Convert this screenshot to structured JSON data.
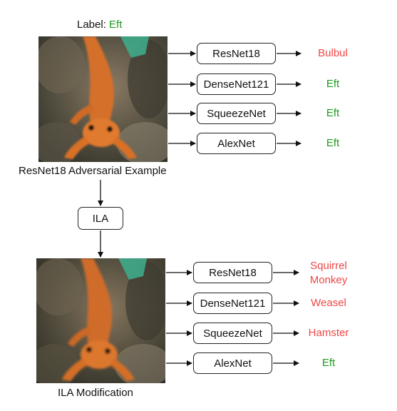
{
  "top": {
    "label_prefix": "Label: ",
    "label_value": "Eft",
    "caption": "ResNet18 Adversarial Example",
    "rows": [
      {
        "model": "ResNet18",
        "prediction": "Bulbul",
        "correct": false
      },
      {
        "model": "DenseNet121",
        "prediction": "Eft",
        "correct": true
      },
      {
        "model": "SqueezeNet",
        "prediction": "Eft",
        "correct": true
      },
      {
        "model": "AlexNet",
        "prediction": "Eft",
        "correct": true
      }
    ]
  },
  "ila_label": "ILA",
  "bottom": {
    "caption": "ILA Modification",
    "rows": [
      {
        "model": "ResNet18",
        "prediction": "Squirrel Monkey",
        "correct": false
      },
      {
        "model": "DenseNet121",
        "prediction": "Weasel",
        "correct": false
      },
      {
        "model": "SqueezeNet",
        "prediction": "Hamster",
        "correct": false
      },
      {
        "model": "AlexNet",
        "prediction": "Eft",
        "correct": true
      }
    ]
  },
  "colors": {
    "correct": "#1e9a1e",
    "incorrect": "#ef4646",
    "box_border": "#222222"
  }
}
